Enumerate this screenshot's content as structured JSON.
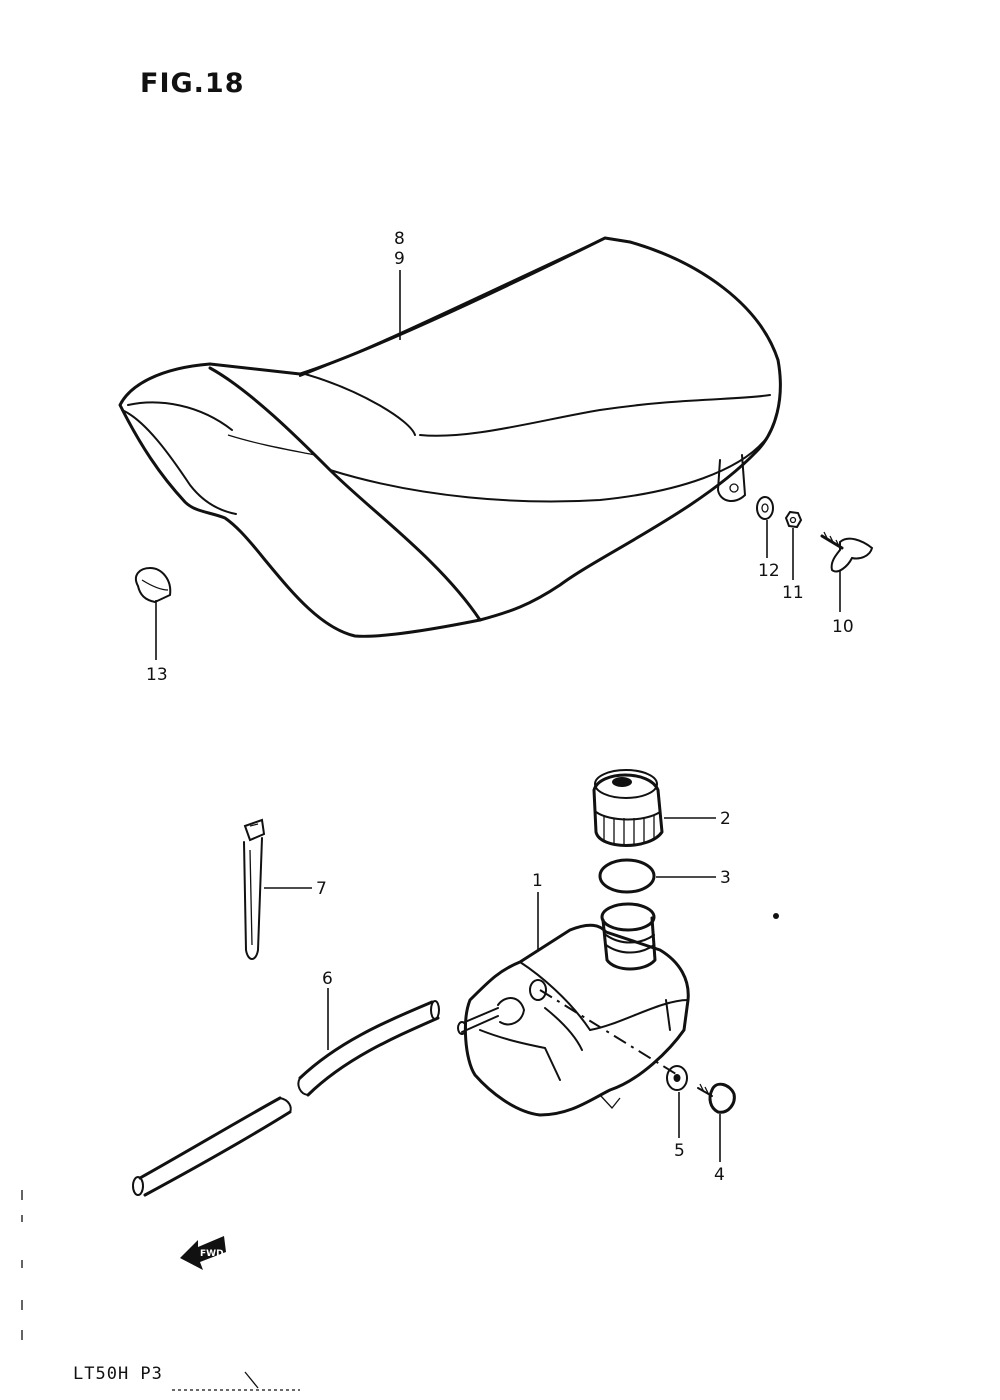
{
  "figure_title": "FIG.18",
  "model_code": "LT50H P3",
  "callouts": {
    "c1": "1",
    "c2": "2",
    "c3": "3",
    "c4": "4",
    "c5": "5",
    "c6": "6",
    "c7": "7",
    "c8": "8",
    "c9": "9",
    "c10": "10",
    "c11": "11",
    "c12": "12",
    "c13": "13"
  },
  "fwd_label": "FWD"
}
